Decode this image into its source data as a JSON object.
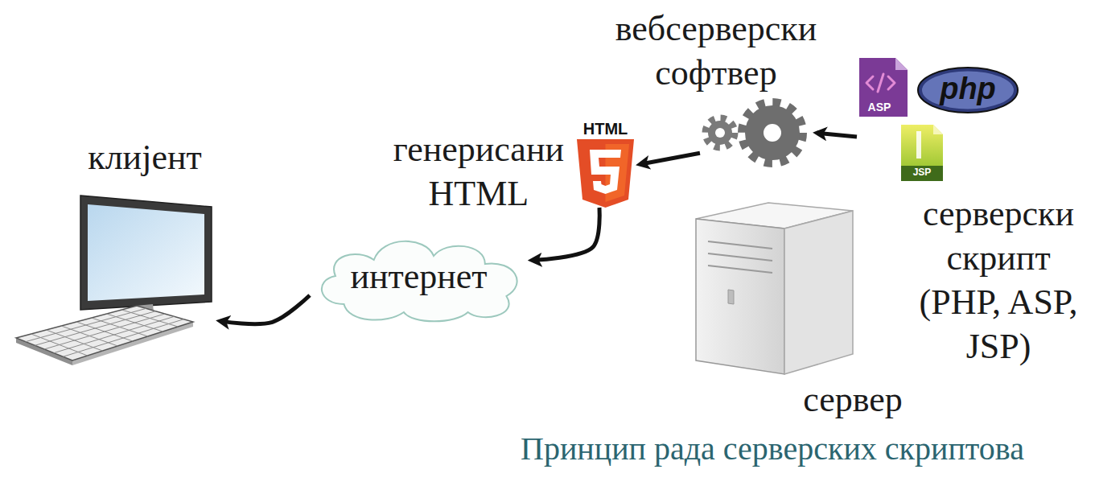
{
  "diagram": {
    "caption": "Принцип рада серверских скриптова",
    "nodes": [
      {
        "text": [
          "клијент"
        ]
      },
      {
        "text": [
          "интернет"
        ]
      },
      {
        "text": [
          "генерисани HTML"
        ]
      },
      {
        "text": [
          "вебсерверски софтвер"
        ]
      },
      {
        "text": [
          "серверски скрипт (PHP, ASP, JSP)"
        ]
      },
      {
        "text": [
          "сервер"
        ]
      }
    ],
    "edges": [
      {
        "from": 4,
        "to": 3,
        "arrow": "to"
      },
      {
        "from": 3,
        "to": 2,
        "arrow": "to"
      },
      {
        "from": 2,
        "to": 1,
        "arrow": "to"
      },
      {
        "from": 1,
        "to": 0,
        "arrow": "to"
      }
    ],
    "labels": [
      "HTML",
      "ASP",
      "php",
      "JSP"
    ]
  }
}
